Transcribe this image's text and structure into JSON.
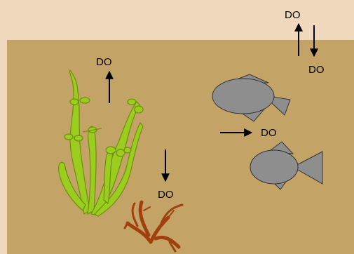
{
  "colors": {
    "background": "#f0d8bd",
    "water": "#c4a366",
    "plant": "#9acd1e",
    "plant_outline": "#6e8f10",
    "algae": "#a0400f",
    "fish": "#8e8e8e",
    "arrow": "#000000"
  },
  "labels": {
    "surface_up": "DO",
    "surface_down": "DO",
    "plant_release": "DO",
    "plant_uptake": "DO",
    "fish_uptake": "DO"
  },
  "icons": [
    "aquatic-plant-icon",
    "algae-icon",
    "fish-icon",
    "arrow-icon"
  ]
}
